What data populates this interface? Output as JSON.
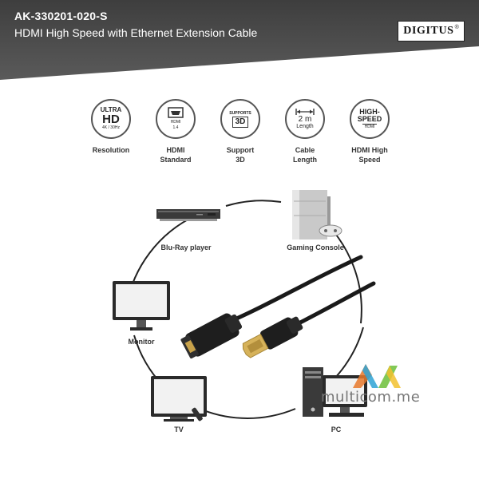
{
  "header": {
    "product_code": "AK-330201-020-S",
    "subtitle": "HDMI High Speed with Ethernet Extension Cable",
    "band_color": "#4a4a4a"
  },
  "brand": {
    "logo_text": "DIGITUS",
    "logo_mark": "®"
  },
  "features": [
    {
      "icon": "ultra-hd-icon",
      "lines": [
        "ULTRA",
        "HD",
        "4K / 30Hz"
      ],
      "label": "Resolution"
    },
    {
      "icon": "hdmi-port-icon",
      "lines": [
        "HDMI",
        "1.4"
      ],
      "label": "HDMI\nStandard"
    },
    {
      "icon": "supports-3d-icon",
      "lines": [
        "SUPPORTS",
        "3D"
      ],
      "label": "Support\n3D"
    },
    {
      "icon": "cable-length-icon",
      "lines": [
        "2 m",
        "Length"
      ],
      "label": "Cable\nLength"
    },
    {
      "icon": "high-speed-icon",
      "lines": [
        "HIGH-",
        "SPEED",
        "HDMI"
      ],
      "label": "HDMI High\nSpeed"
    }
  ],
  "devices": {
    "bluray": "Blu-Ray player",
    "console": "Gaming Console",
    "monitor": "Monitor",
    "tv": "TV",
    "pc": "PC"
  },
  "watermark": {
    "text": "multicom.me"
  }
}
